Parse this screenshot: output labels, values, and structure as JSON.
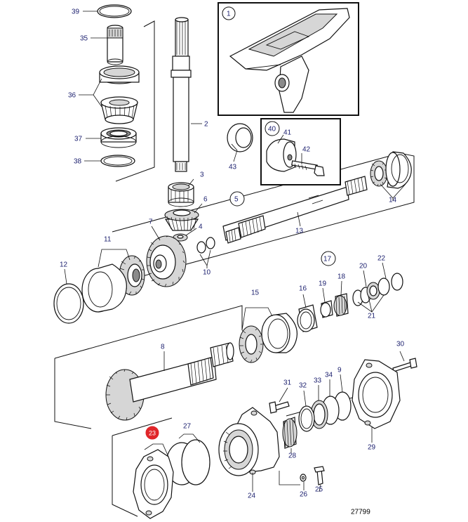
{
  "diagram": {
    "reference_number": "27799",
    "highlight_color": "#e0262a",
    "label_color": "#1b1f6e",
    "parts": [
      {
        "id": "39",
        "label": "39"
      },
      {
        "id": "35",
        "label": "35"
      },
      {
        "id": "36",
        "label": "36"
      },
      {
        "id": "37",
        "label": "37"
      },
      {
        "id": "38",
        "label": "38"
      },
      {
        "id": "2",
        "label": "2"
      },
      {
        "id": "1",
        "label": "1",
        "circled": true
      },
      {
        "id": "40",
        "label": "40",
        "circled": true
      },
      {
        "id": "41",
        "label": "41"
      },
      {
        "id": "42",
        "label": "42"
      },
      {
        "id": "43",
        "label": "43"
      },
      {
        "id": "3",
        "label": "3"
      },
      {
        "id": "6",
        "label": "6"
      },
      {
        "id": "5",
        "label": "5",
        "circled": true
      },
      {
        "id": "14",
        "label": "14"
      },
      {
        "id": "7",
        "label": "7"
      },
      {
        "id": "4",
        "label": "4"
      },
      {
        "id": "13",
        "label": "13"
      },
      {
        "id": "11",
        "label": "11"
      },
      {
        "id": "10",
        "label": "10"
      },
      {
        "id": "12",
        "label": "12"
      },
      {
        "id": "17",
        "label": "17",
        "circled": true
      },
      {
        "id": "22",
        "label": "22"
      },
      {
        "id": "20",
        "label": "20"
      },
      {
        "id": "18",
        "label": "18"
      },
      {
        "id": "19",
        "label": "19"
      },
      {
        "id": "16",
        "label": "16"
      },
      {
        "id": "15",
        "label": "15"
      },
      {
        "id": "21",
        "label": "21"
      },
      {
        "id": "8",
        "label": "8"
      },
      {
        "id": "30",
        "label": "30"
      },
      {
        "id": "9",
        "label": "9"
      },
      {
        "id": "34",
        "label": "34"
      },
      {
        "id": "33",
        "label": "33"
      },
      {
        "id": "32",
        "label": "32"
      },
      {
        "id": "31",
        "label": "31"
      },
      {
        "id": "23",
        "label": "23",
        "highlighted": true
      },
      {
        "id": "27",
        "label": "27"
      },
      {
        "id": "28",
        "label": "28"
      },
      {
        "id": "29",
        "label": "29"
      },
      {
        "id": "24",
        "label": "24"
      },
      {
        "id": "26",
        "label": "26"
      },
      {
        "id": "25",
        "label": "25"
      }
    ]
  }
}
